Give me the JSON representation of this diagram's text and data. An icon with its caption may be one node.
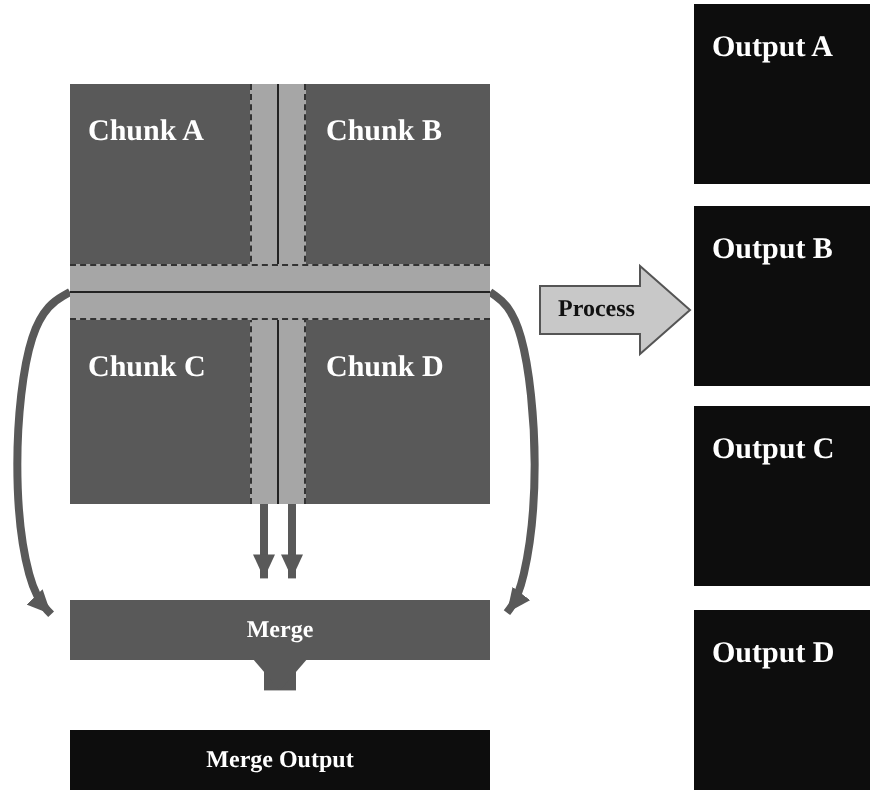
{
  "diagram": {
    "nodes": [
      {
        "text": [
          "Chunk A"
        ]
      },
      {
        "text": [
          "Chunk B"
        ]
      },
      {
        "text": [
          "Chunk C"
        ]
      },
      {
        "text": [
          "Chunk D"
        ]
      },
      {
        "text": [],
        "shape": "bar"
      },
      {
        "text": [],
        "shape": "bar"
      },
      {
        "text": [
          "Merge"
        ]
      },
      {
        "text": [
          "Merge Output"
        ]
      },
      {
        "text": [
          "Output A"
        ]
      },
      {
        "text": [
          "Output B"
        ]
      },
      {
        "text": [
          "Output C"
        ]
      },
      {
        "text": [
          "Output D"
        ]
      }
    ],
    "edges": [
      {
        "from": 4,
        "to": 6,
        "arrow": "to"
      },
      {
        "from": 4,
        "to": 6,
        "arrow": "to"
      },
      {
        "from": 5,
        "to": 6,
        "arrow": "to"
      },
      {
        "from": 5,
        "to": 6,
        "arrow": "to"
      },
      {
        "from": 6,
        "to": 7,
        "arrow": "to",
        "style": "thick"
      },
      {
        "from": null,
        "to": 9,
        "arrow": "to",
        "label": "Process",
        "style": "thick"
      }
    ]
  }
}
